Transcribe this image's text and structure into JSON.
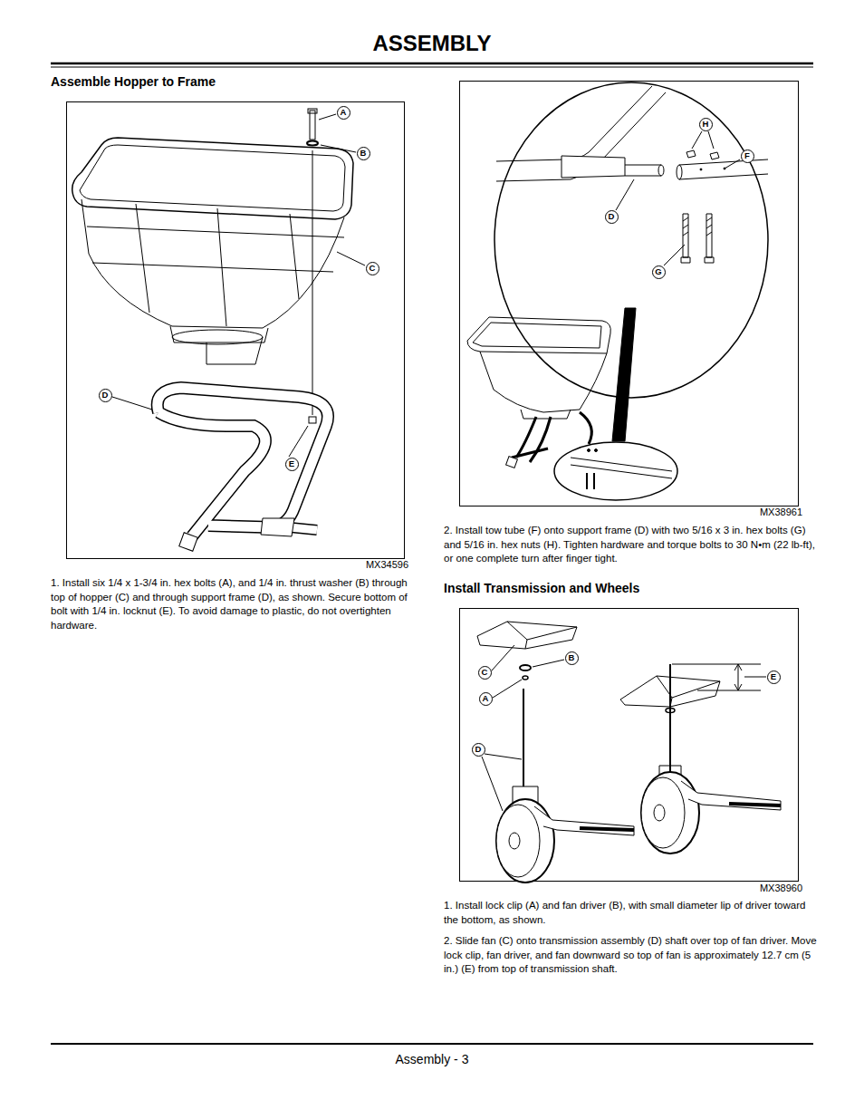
{
  "diagram": {
    "title": "ASSEMBLY",
    "nodes": [
      {
        "text": [
          "A"
        ]
      },
      {
        "text": [
          "B"
        ]
      },
      {
        "text": [
          "C"
        ]
      },
      {
        "text": [
          "D"
        ]
      },
      {
        "text": [
          "E"
        ]
      },
      {
        "text": [
          "H"
        ]
      },
      {
        "text": [
          "F"
        ]
      },
      {
        "text": [
          "D"
        ]
      },
      {
        "text": [
          "G"
        ]
      },
      {
        "text": [
          "B"
        ]
      },
      {
        "text": [
          "C"
        ]
      },
      {
        "text": [
          "E"
        ]
      },
      {
        "text": [
          "A"
        ]
      },
      {
        "text": [
          "D"
        ]
      }
    ],
    "labels": [
      "Assemble Hopper to Frame",
      "MX34596",
      "1.  Install six 1/4 x 1-3/4 in. hex bolts (A), and 1/4 in. thrust washer (B) through top of hopper (C) and through support frame (D), as shown. Secure bottom of bolt with 1/4 in. locknut (E). To avoid damage to plastic, do not overtighten hardware.",
      "MX38961",
      "2. Install tow tube (F) onto support frame (D) with two 5/16 x 3 in. hex bolts (G) and 5/16 in. hex nuts (H). Tighten hardware and torque bolts to 30 N•m (22 lb-ft), or one complete turn after finger tight.",
      "Install Transmission and Wheels",
      "MX38960",
      "1. Install lock clip (A) and fan driver (B), with small diameter lip of driver toward the bottom, as shown.",
      "2. Slide fan (C) onto transmission assembly (D) shaft over top of fan driver. Move lock clip, fan driver, and fan downward so top of fan is approximately 12.7 cm (5 in.) (E) from top of transmission shaft.",
      "Assembly - 3"
    ]
  }
}
